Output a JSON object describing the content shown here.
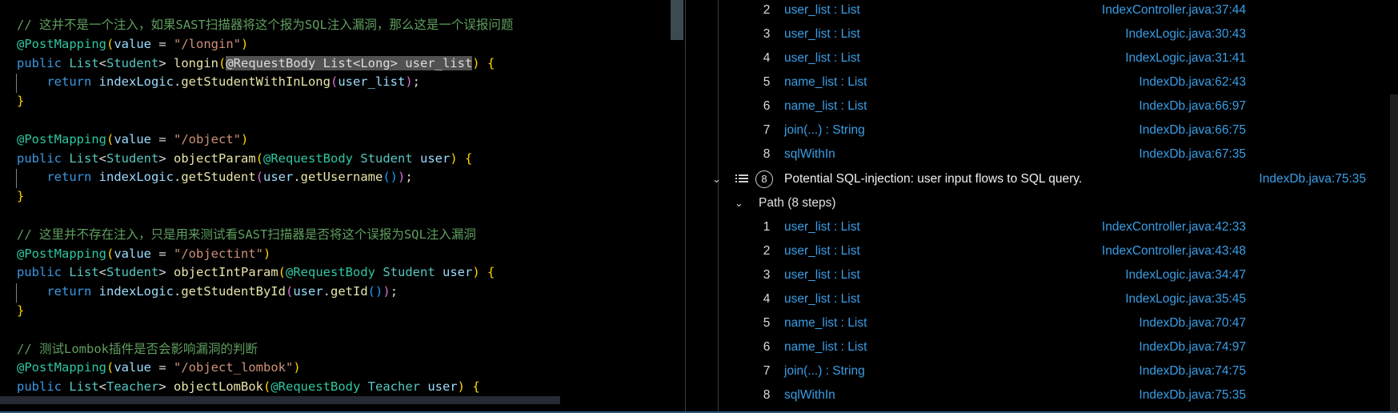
{
  "editor": {
    "lines": [
      [
        {
          "c": "c",
          "t": "// 这并不是一个注入，如果SAST扫描器将这个报为SQL注入漏洞，那么这是一个误报问题"
        }
      ],
      [
        {
          "c": "a",
          "t": "@PostMapping"
        },
        {
          "c": "b1",
          "t": "("
        },
        {
          "c": "v",
          "t": "value"
        },
        {
          "c": "p",
          "t": " = "
        },
        {
          "c": "s",
          "t": "\"/longin\""
        },
        {
          "c": "b1",
          "t": ")"
        }
      ],
      [
        {
          "c": "k",
          "t": "public "
        },
        {
          "c": "t",
          "t": "List"
        },
        {
          "c": "p",
          "t": "<"
        },
        {
          "c": "t",
          "t": "Student"
        },
        {
          "c": "p",
          "t": "> "
        },
        {
          "c": "f",
          "t": "longin"
        },
        {
          "c": "b1",
          "t": "("
        },
        {
          "c": "hl",
          "t": "@RequestBody List<Long> user_list"
        },
        {
          "c": "b1",
          "t": ")"
        },
        {
          "c": "p",
          "t": " "
        },
        {
          "c": "b1",
          "t": "{"
        }
      ],
      [
        {
          "c": "p",
          "t": "    "
        },
        {
          "c": "k",
          "t": "return "
        },
        {
          "c": "v",
          "t": "indexLogic"
        },
        {
          "c": "p",
          "t": "."
        },
        {
          "c": "f",
          "t": "getStudentWithInLong"
        },
        {
          "c": "b2",
          "t": "("
        },
        {
          "c": "v",
          "t": "user_list"
        },
        {
          "c": "b2",
          "t": ")"
        },
        {
          "c": "p",
          "t": ";"
        }
      ],
      [
        {
          "c": "b1",
          "t": "}"
        }
      ],
      [],
      [
        {
          "c": "a",
          "t": "@PostMapping"
        },
        {
          "c": "b1",
          "t": "("
        },
        {
          "c": "v",
          "t": "value"
        },
        {
          "c": "p",
          "t": " = "
        },
        {
          "c": "s",
          "t": "\"/object\""
        },
        {
          "c": "b1",
          "t": ")"
        }
      ],
      [
        {
          "c": "k",
          "t": "public "
        },
        {
          "c": "t",
          "t": "List"
        },
        {
          "c": "p",
          "t": "<"
        },
        {
          "c": "t",
          "t": "Student"
        },
        {
          "c": "p",
          "t": "> "
        },
        {
          "c": "f",
          "t": "objectParam"
        },
        {
          "c": "b1",
          "t": "("
        },
        {
          "c": "a",
          "t": "@RequestBody "
        },
        {
          "c": "t",
          "t": "Student "
        },
        {
          "c": "v",
          "t": "user"
        },
        {
          "c": "b1",
          "t": ")"
        },
        {
          "c": "p",
          "t": " "
        },
        {
          "c": "b1",
          "t": "{"
        }
      ],
      [
        {
          "c": "p",
          "t": "    "
        },
        {
          "c": "k",
          "t": "return "
        },
        {
          "c": "v",
          "t": "indexLogic"
        },
        {
          "c": "p",
          "t": "."
        },
        {
          "c": "f",
          "t": "getStudent"
        },
        {
          "c": "b2",
          "t": "("
        },
        {
          "c": "v",
          "t": "user"
        },
        {
          "c": "p",
          "t": "."
        },
        {
          "c": "f",
          "t": "getUsername"
        },
        {
          "c": "b3",
          "t": "()"
        },
        {
          "c": "b2",
          "t": ")"
        },
        {
          "c": "p",
          "t": ";"
        }
      ],
      [
        {
          "c": "b1",
          "t": "}"
        }
      ],
      [],
      [
        {
          "c": "c",
          "t": "// 这里并不存在注入，只是用来测试看SAST扫描器是否将这个误报为SQL注入漏洞"
        }
      ],
      [
        {
          "c": "a",
          "t": "@PostMapping"
        },
        {
          "c": "b1",
          "t": "("
        },
        {
          "c": "v",
          "t": "value"
        },
        {
          "c": "p",
          "t": " = "
        },
        {
          "c": "s",
          "t": "\"/objectint\""
        },
        {
          "c": "b1",
          "t": ")"
        }
      ],
      [
        {
          "c": "k",
          "t": "public "
        },
        {
          "c": "t",
          "t": "List"
        },
        {
          "c": "p",
          "t": "<"
        },
        {
          "c": "t",
          "t": "Student"
        },
        {
          "c": "p",
          "t": "> "
        },
        {
          "c": "f",
          "t": "objectIntParam"
        },
        {
          "c": "b1",
          "t": "("
        },
        {
          "c": "a",
          "t": "@RequestBody "
        },
        {
          "c": "t",
          "t": "Student "
        },
        {
          "c": "v",
          "t": "user"
        },
        {
          "c": "b1",
          "t": ")"
        },
        {
          "c": "p",
          "t": " "
        },
        {
          "c": "b1",
          "t": "{"
        }
      ],
      [
        {
          "c": "p",
          "t": "    "
        },
        {
          "c": "k",
          "t": "return "
        },
        {
          "c": "v",
          "t": "indexLogic"
        },
        {
          "c": "p",
          "t": "."
        },
        {
          "c": "f",
          "t": "getStudentById"
        },
        {
          "c": "b2",
          "t": "("
        },
        {
          "c": "v",
          "t": "user"
        },
        {
          "c": "p",
          "t": "."
        },
        {
          "c": "f",
          "t": "getId"
        },
        {
          "c": "b3",
          "t": "()"
        },
        {
          "c": "b2",
          "t": ")"
        },
        {
          "c": "p",
          "t": ";"
        }
      ],
      [
        {
          "c": "b1",
          "t": "}"
        }
      ],
      [],
      [
        {
          "c": "c",
          "t": "// 测试Lombok插件是否会影响漏洞的判断"
        }
      ],
      [
        {
          "c": "a",
          "t": "@PostMapping"
        },
        {
          "c": "b1",
          "t": "("
        },
        {
          "c": "v",
          "t": "value"
        },
        {
          "c": "p",
          "t": " = "
        },
        {
          "c": "s",
          "t": "\"/object_lombok\""
        },
        {
          "c": "b1",
          "t": ")"
        }
      ],
      [
        {
          "c": "k",
          "t": "public "
        },
        {
          "c": "t",
          "t": "List"
        },
        {
          "c": "p",
          "t": "<"
        },
        {
          "c": "t",
          "t": "Teacher"
        },
        {
          "c": "p",
          "t": "> "
        },
        {
          "c": "f",
          "t": "objectLomBok"
        },
        {
          "c": "b1",
          "t": "("
        },
        {
          "c": "a",
          "t": "@RequestBody "
        },
        {
          "c": "t",
          "t": "Teacher "
        },
        {
          "c": "v",
          "t": "user"
        },
        {
          "c": "b1",
          "t": ")"
        },
        {
          "c": "p",
          "t": " "
        },
        {
          "c": "b1",
          "t": "{"
        }
      ]
    ]
  },
  "results": {
    "top_steps": [
      {
        "num": "2",
        "label": "user_list : List",
        "location": "IndexController.java:37:44"
      },
      {
        "num": "3",
        "label": "user_list : List",
        "location": "IndexLogic.java:30:43"
      },
      {
        "num": "4",
        "label": "user_list : List",
        "location": "IndexLogic.java:31:41"
      },
      {
        "num": "5",
        "label": "name_list : List",
        "location": "IndexDb.java:62:43"
      },
      {
        "num": "6",
        "label": "name_list : List",
        "location": "IndexDb.java:66:97"
      },
      {
        "num": "7",
        "label": "join(...) : String",
        "location": "IndexDb.java:66:75"
      },
      {
        "num": "8",
        "label": "sqlWithIn",
        "location": "IndexDb.java:67:35"
      }
    ],
    "alert": {
      "badge": "8",
      "message": "Potential SQL-injection: user input flows to SQL query.",
      "location": "IndexDb.java:75:35"
    },
    "path": {
      "label": "Path (8 steps)"
    },
    "path_steps": [
      {
        "num": "1",
        "label": "user_list : List",
        "location": "IndexController.java:42:33"
      },
      {
        "num": "2",
        "label": "user_list : List",
        "location": "IndexController.java:43:48"
      },
      {
        "num": "3",
        "label": "user_list : List",
        "location": "IndexLogic.java:34:47"
      },
      {
        "num": "4",
        "label": "user_list : List",
        "location": "IndexLogic.java:35:45"
      },
      {
        "num": "5",
        "label": "name_list : List",
        "location": "IndexDb.java:70:47"
      },
      {
        "num": "6",
        "label": "name_list : List",
        "location": "IndexDb.java:74:97"
      },
      {
        "num": "7",
        "label": "join(...) : String",
        "location": "IndexDb.java:74:75"
      },
      {
        "num": "8",
        "label": "sqlWithIn",
        "location": "IndexDb.java:75:35"
      }
    ]
  },
  "icons": {
    "chevron_down": "⌄",
    "list": "list-icon"
  }
}
